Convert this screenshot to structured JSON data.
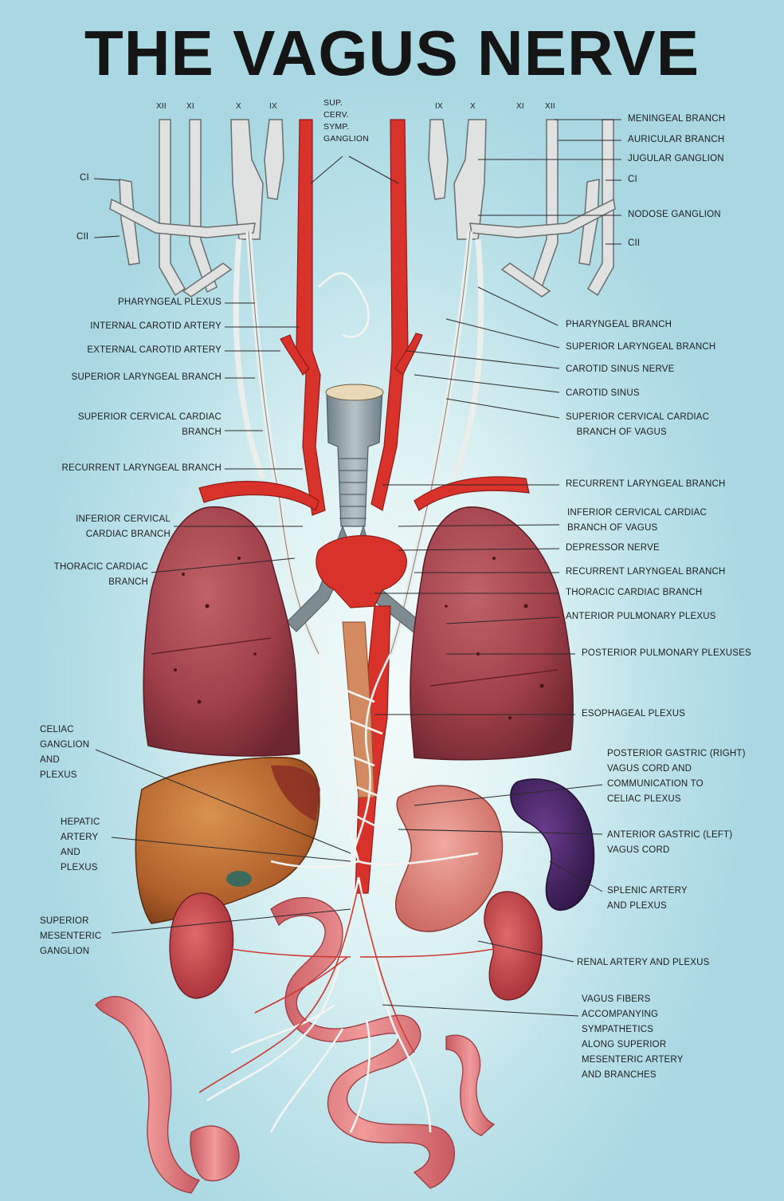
{
  "title": "THE VAGUS NERVE",
  "cranial_nerves": {
    "left": [
      "XII",
      "XI",
      "X",
      "IX"
    ],
    "right": [
      "IX",
      "X",
      "XI",
      "XII"
    ]
  },
  "labels": {
    "symp_ganglion": "SUP.\nCERV.\nSYMP.\nGANGLION",
    "c1_left": "CI",
    "c2_left": "CII",
    "c1_right": "CI",
    "c2_right": "CII",
    "meningeal_branch": "MENINGEAL BRANCH",
    "auricular_branch": "AURICULAR BRANCH",
    "jugular_ganglion": "JUGULAR GANGLION",
    "nodose_ganglion": "NODOSE GANGLION",
    "pharyngeal_plexus": "PHARYNGEAL PLEXUS",
    "internal_carotid": "INTERNAL CAROTID ARTERY",
    "external_carotid": "EXTERNAL CAROTID ARTERY",
    "superior_laryngeal_left": "SUPERIOR LARYNGEAL BRANCH",
    "superior_cervical_cardiac_left": "SUPERIOR CERVICAL CARDIAC\nBRANCH",
    "recurrent_laryngeal_left": "RECURRENT LARYNGEAL BRANCH",
    "inferior_cervical_cardiac_left": "INFERIOR CERVICAL\nCARDIAC BRANCH",
    "thoracic_cardiac_left": "THORACIC CARDIAC\nBRANCH",
    "pharyngeal_branch": "PHARYNGEAL BRANCH",
    "superior_laryngeal_right": "SUPERIOR LARYNGEAL BRANCH",
    "carotid_sinus_nerve": "CAROTID SINUS NERVE",
    "carotid_sinus": "CAROTID SINUS",
    "superior_cervical_cardiac_right": "SUPERIOR CERVICAL CARDIAC\n    BRANCH OF VAGUS",
    "recurrent_laryngeal_right_1": "RECURRENT LARYNGEAL BRANCH",
    "inferior_cervical_cardiac_right": "INFERIOR CERVICAL CARDIAC\nBRANCH OF VAGUS",
    "depressor_nerve": "DEPRESSOR NERVE",
    "recurrent_laryngeal_right_2": "RECURRENT LARYNGEAL BRANCH",
    "thoracic_cardiac_right": "THORACIC CARDIAC BRANCH",
    "anterior_pulmonary_plexus": "ANTERIOR PULMONARY PLEXUS",
    "posterior_pulmonary_plexuses": "POSTERIOR PULMONARY PLEXUSES",
    "esophageal_plexus": "ESOPHAGEAL PLEXUS",
    "celiac_ganglion": "CELIAC\nGANGLION\nAND\nPLEXUS",
    "hepatic_artery": "HEPATIC\nARTERY\nAND\nPLEXUS",
    "superior_mesenteric_ganglion": "SUPERIOR\nMESENTERIC\nGANGLION",
    "posterior_gastric": "POSTERIOR GASTRIC (RIGHT)\nVAGUS CORD AND\nCOMMUNICATION TO\nCELIAC PLEXUS",
    "anterior_gastric": "ANTERIOR GASTRIC (LEFT)\nVAGUS CORD",
    "splenic_artery": "SPLENIC ARTERY\nAND PLEXUS",
    "renal_artery": "RENAL ARTERY AND PLEXUS",
    "vagus_fibers": "VAGUS FIBERS\nACCOMPANYING\nSYMPATHETICS\nALONG SUPERIOR\nMESENTERIC ARTERY\nAND BRANCHES"
  },
  "colors": {
    "artery": "#d8322a",
    "nerve": "#e6e8e6",
    "lung": "#9e3e48",
    "liver": "#b8642e",
    "spleen": "#4a2a6a",
    "kidney": "#c8484e",
    "intestine": "#e07a7e",
    "stomach": "#dc8a82",
    "trachea": "#8a9aa2"
  }
}
